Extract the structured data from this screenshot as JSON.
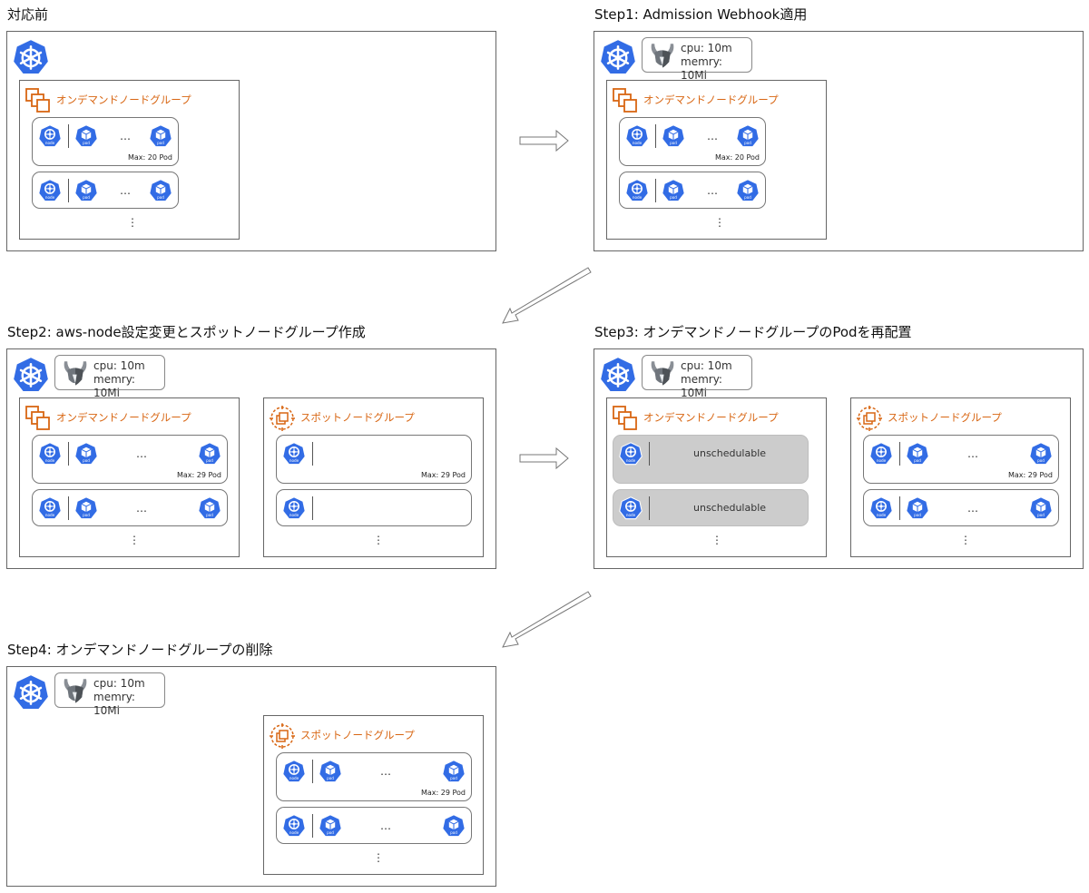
{
  "labels": {
    "node_icon": "node",
    "pod_icon": "pod",
    "dots": "…",
    "vdots": "⋮",
    "unschedulable": "unschedulable"
  },
  "opa_box": {
    "cpu": "cpu: 10m",
    "memory": "memry: 10Mi"
  },
  "groups": {
    "ondemand": "オンデマンドノードグループ",
    "spot": "スポットノードグループ"
  },
  "max": {
    "m20": "Max: 20 Pod",
    "m29": "Max: 29 Pod"
  },
  "steps": {
    "before": {
      "title": "対応前"
    },
    "step1": {
      "title": "Step1: Admission Webhook適用"
    },
    "step2": {
      "title": "Step2: aws-node設定変更とスポットノードグループ作成"
    },
    "step3": {
      "title": "Step3: オンデマンドノードグループのPodを再配置"
    },
    "step4": {
      "title": "Step4: オンデマンドノードグループの削除"
    }
  },
  "colors": {
    "k8s_blue": "#326ce5",
    "aws_orange": "#d86613",
    "unsched_gray": "#cccccc",
    "opa_gray": "#7b8088"
  },
  "icons": [
    "kubernetes-icon",
    "opa-icon",
    "node-icon",
    "pod-icon",
    "ondemand-group-icon",
    "spot-group-icon",
    "arrow-icon"
  ]
}
